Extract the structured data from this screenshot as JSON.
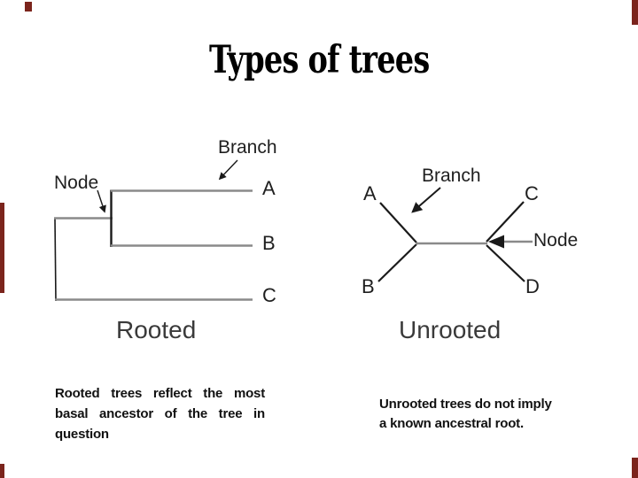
{
  "title": "Types of trees",
  "colors": {
    "branch_gray": "#8a8a8a",
    "line_black": "#1a1a1a",
    "edge_artifact": "#7b241c",
    "title_color": "#000000",
    "label_color": "#1f1f1f",
    "caption_color": "#3a3a3a"
  },
  "rooted": {
    "caption": "Rooted",
    "labels": {
      "node": "Node",
      "branch": "Branch",
      "tip_a": "A",
      "tip_b": "B",
      "tip_c": "C"
    },
    "description_lines": [
      "Rooted trees reflect the most",
      "basal ancestor of the tree in",
      "question"
    ]
  },
  "unrooted": {
    "caption": "Unrooted",
    "labels": {
      "node": "Node",
      "branch": "Branch",
      "tip_a": "A",
      "tip_b": "B",
      "tip_c": "C",
      "tip_d": "D"
    },
    "description_lines": [
      "Unrooted trees do not imply",
      "a known ancestral root."
    ]
  }
}
